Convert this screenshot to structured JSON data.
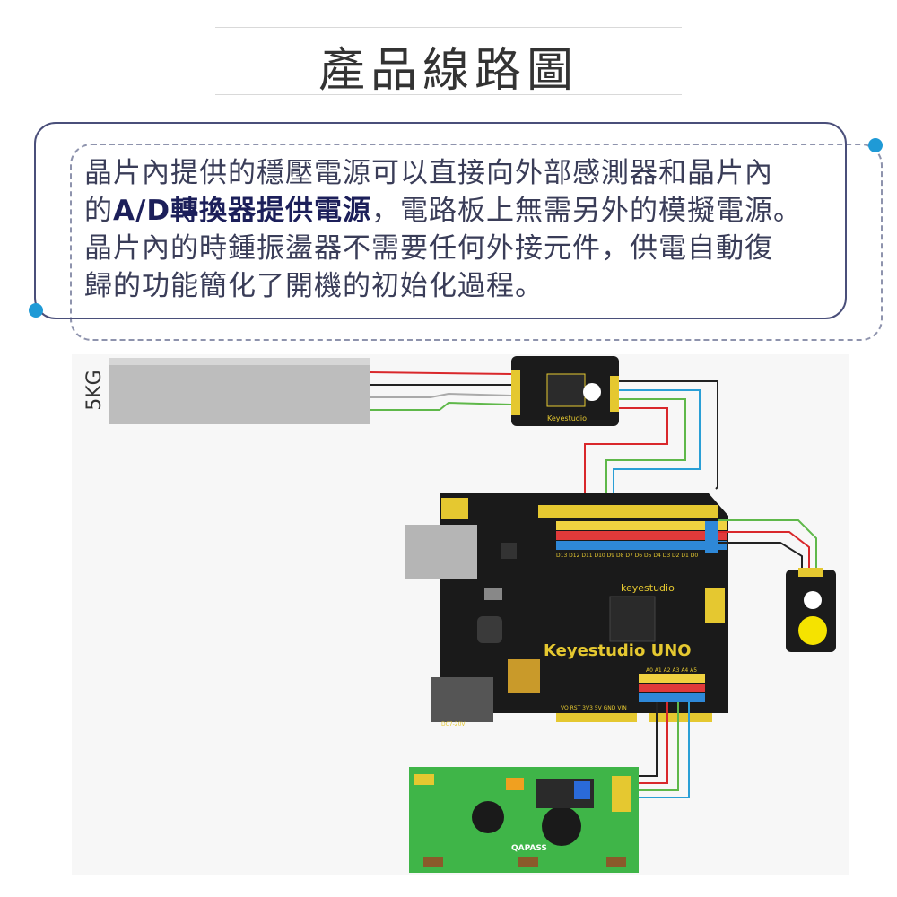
{
  "header": {
    "title": "產品線路圖"
  },
  "description": {
    "line1": "晶片內提供的穩壓電源可以直接向外部感測器和晶片內",
    "line2_prefix": "的",
    "line2_bold": "A/D轉換器提供電源",
    "line2_suffix": "，電路板上無需另外的模擬電源。",
    "line3": "晶片內的時鍾振盪器不需要任何外接元件，供電自動復",
    "line4": "歸的功能簡化了開機的初始化過程。"
  },
  "diagram": {
    "load_cell_label": "5KG",
    "hx711_label": "Keyestudio",
    "board_brand": "keyestudio",
    "board_name": "Keyestudio UNO",
    "board_power_label": "DC7-20V",
    "digital_pins_label": "D13 D12 D11 D10 D9 D8   D7 D6 D5 D4 D3 D2 D1 D0",
    "power_pins_label": "VO RST 3V3 5V GND VIN",
    "analog_pins_label": "A0 A1 A2 A3 A4 A5",
    "lcd_label": "QAPASS",
    "wire_colors": {
      "red": "#d9282b",
      "black": "#222222",
      "white": "#cccccc",
      "green": "#5fb84a",
      "blue": "#2a9fd6"
    }
  }
}
